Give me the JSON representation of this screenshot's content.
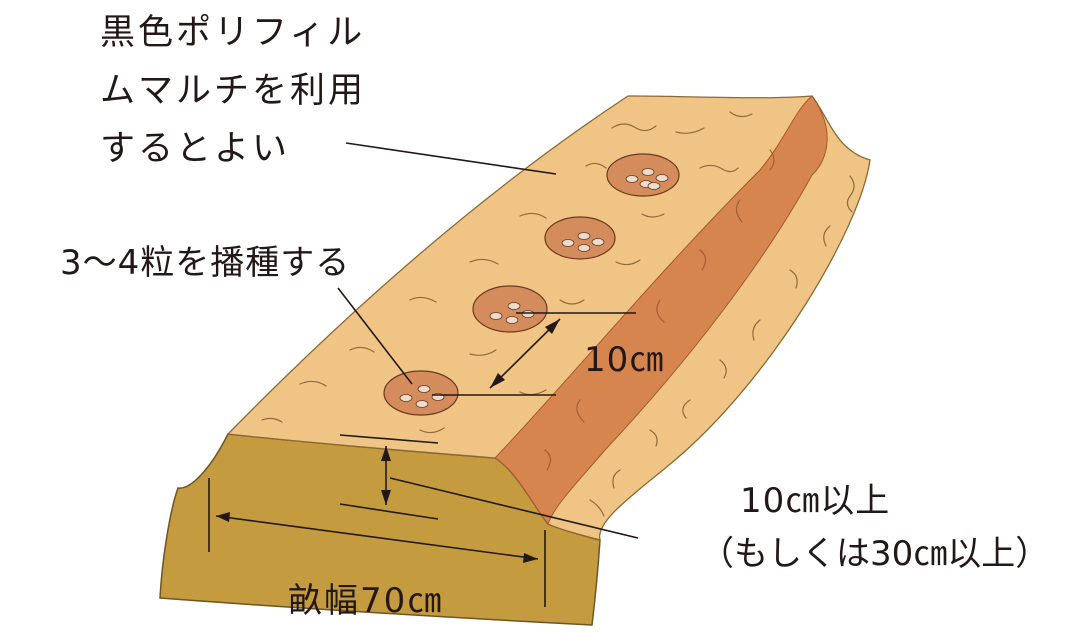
{
  "diagram": {
    "mulch_note_lines": [
      "黒色ポリフィル",
      "ムマルチを利用",
      "するとよい"
    ],
    "sowing_note": "3～4粒を播種する",
    "hill_spacing": "10㎝",
    "ridge_height": "10㎝以上",
    "ridge_height_alt": "（もしくは30㎝以上）",
    "ridge_width": "畝幅70㎝",
    "seeds_per_hill": [
      5,
      4,
      4,
      4
    ]
  },
  "colors": {
    "mulch_top": "#efc484",
    "ridge_front": "#c49b3f",
    "furrow": "#d6854f",
    "hole_fill": "#d58c5c",
    "seed": "#ecdccb",
    "line": "#231815"
  }
}
